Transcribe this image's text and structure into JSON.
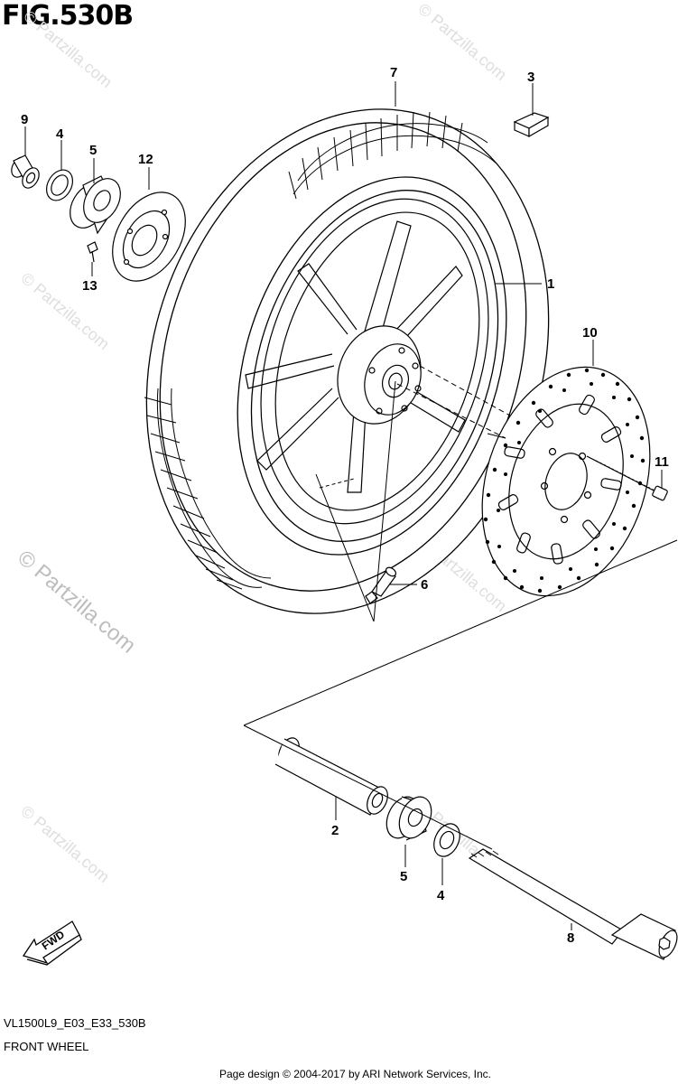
{
  "figure": {
    "title": "FIG.530B",
    "code": "VL1500L9_E03_E33_530B",
    "name": "FRONT WHEEL"
  },
  "footer": {
    "copyright": "Page design © 2004-2017 by ARI Network Services, Inc."
  },
  "watermark": {
    "text": "© Partzilla.com"
  },
  "direction": {
    "label": "FWD"
  },
  "callouts": [
    "1",
    "2",
    "3",
    "4",
    "5",
    "6",
    "7",
    "8",
    "9",
    "10",
    "11",
    "12",
    "13",
    "4",
    "5"
  ]
}
